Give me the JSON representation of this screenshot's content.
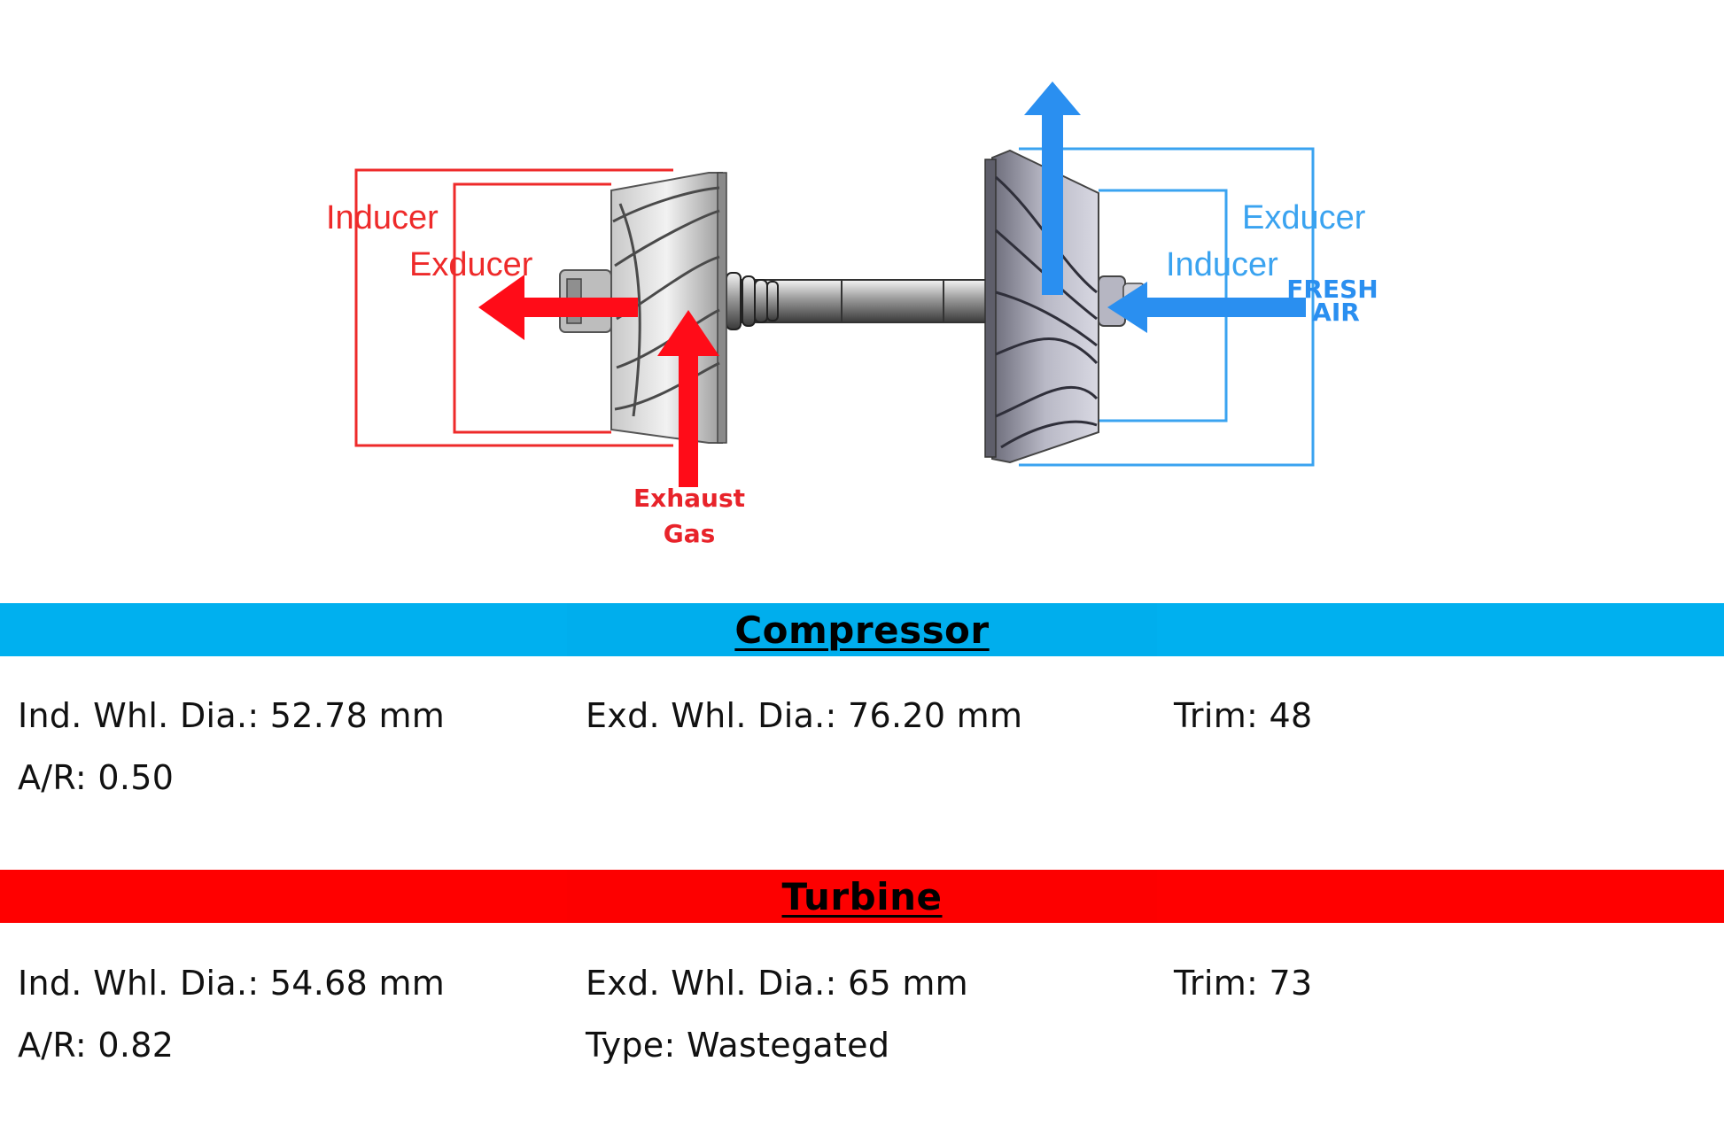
{
  "diagram": {
    "turbine_inducer_label": "Inducer",
    "turbine_exducer_label": "Exducer",
    "exhaust_label_line1": "Exhaust",
    "exhaust_label_line2": "Gas",
    "compressor_exducer_label": "Exducer",
    "compressor_inducer_label": "Inducer",
    "fresh_air_line1": "FRESH",
    "fresh_air_line2": "AIR",
    "colors": {
      "turbine": "#ee2a2a",
      "compressor": "#3aa3f0"
    }
  },
  "compressor": {
    "title": "Compressor",
    "band_color": "#00b0ef",
    "ind_whl_dia": "Ind. Whl. Dia.: 52.78 mm",
    "exd_whl_dia": "Exd. Whl. Dia.: 76.20 mm",
    "trim": "Trim: 48",
    "ar": "A/R: 0.50"
  },
  "turbine": {
    "title": "Turbine",
    "band_color": "#ff0000",
    "ind_whl_dia": "Ind. Whl. Dia.: 54.68 mm",
    "exd_whl_dia": "Exd. Whl. Dia.: 65 mm",
    "trim": "Trim: 73",
    "ar": "A/R: 0.82",
    "type": "Type: Wastegated"
  }
}
